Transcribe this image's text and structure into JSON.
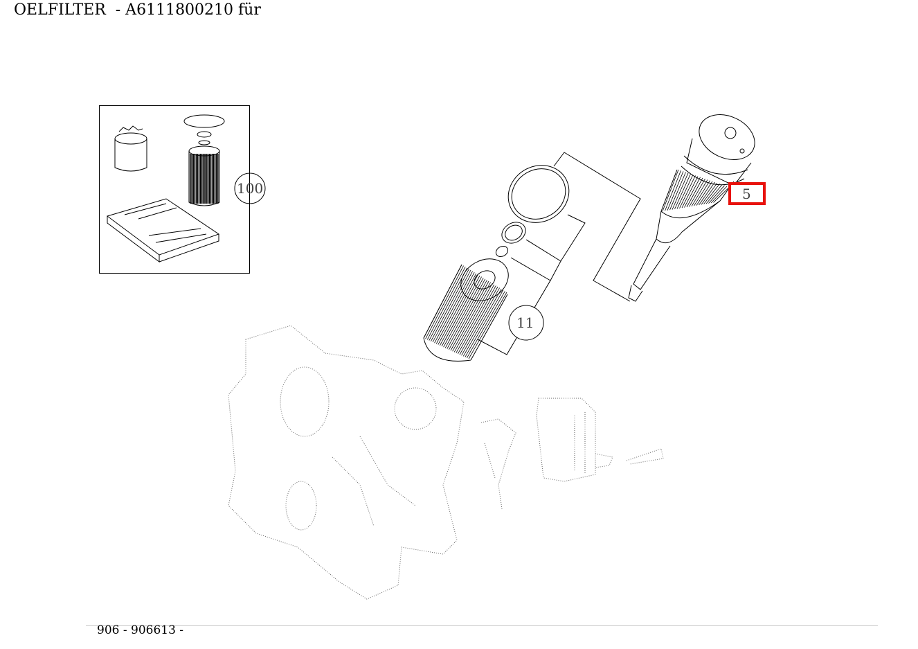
{
  "page": {
    "title": "OELFILTER  - A6111800210 für",
    "footer": "906 - 906613 -"
  },
  "diagram": {
    "callouts": [
      {
        "label": "100",
        "part": "filter-kit"
      },
      {
        "label": "11",
        "part": "oil-filter-element"
      },
      {
        "label": "5",
        "part": "oil-filter-housing-cap",
        "highlighted": true
      }
    ],
    "highlight_color": "#e8120c"
  }
}
